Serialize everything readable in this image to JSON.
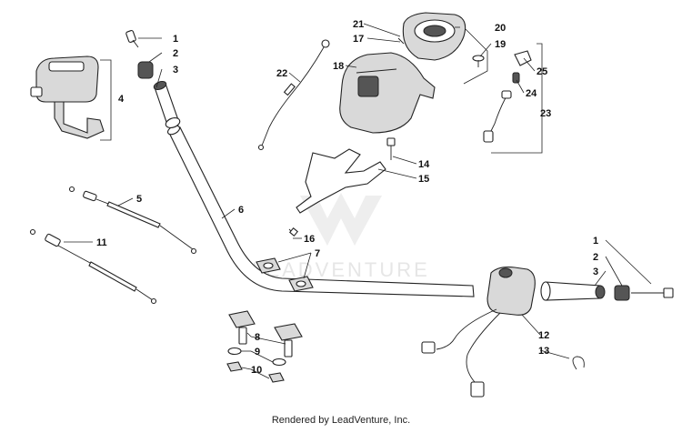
{
  "diagram": {
    "watermark": "LEADVENTURE",
    "footer": "Rendered by LeadVenture, Inc.",
    "callouts": {
      "c1a": "1",
      "c2a": "2",
      "c3a": "3",
      "c4": "4",
      "c5": "5",
      "c6": "6",
      "c7": "7",
      "c8": "8",
      "c9": "9",
      "c10": "10",
      "c11": "11",
      "c12": "12",
      "c13": "13",
      "c14": "14",
      "c15": "15",
      "c16": "16",
      "c17": "17",
      "c18": "18",
      "c19": "19",
      "c20": "20",
      "c21": "21",
      "c22": "22",
      "c23": "23",
      "c24": "24",
      "c25": "25",
      "c1b": "1",
      "c2b": "2",
      "c3b": "3"
    }
  }
}
